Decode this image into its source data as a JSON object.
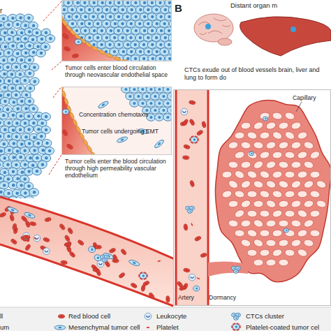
{
  "diagram": {
    "nodes": [
      {
        "text": [
          "Tumor cells enter blood circulation through neovascular endothelial space"
        ]
      },
      {
        "text": [
          "Concentration chemotaxis",
          "Tumor cells undergoing EMT",
          "Tumor cells enter the blood circulation through high permeability vascular endothelium"
        ]
      },
      {
        "text": [
          "Capillary",
          "Artery",
          "Dormancy"
        ]
      }
    ],
    "labels": [
      "r",
      "B",
      "Distant organ m",
      "CTCs exude out of blood vessels brain, liver and lung to form do"
    ],
    "legend": [
      {
        "text": "ll"
      },
      {
        "text": "Red blood cell"
      },
      {
        "text": "Leukocyte"
      },
      {
        "text": "CTCs cluster"
      },
      {
        "text": "um"
      },
      {
        "text": "Mesenchymal tumor cell"
      },
      {
        "text": "Platelet"
      },
      {
        "text": "Platelet-coated tumor cel"
      }
    ]
  }
}
